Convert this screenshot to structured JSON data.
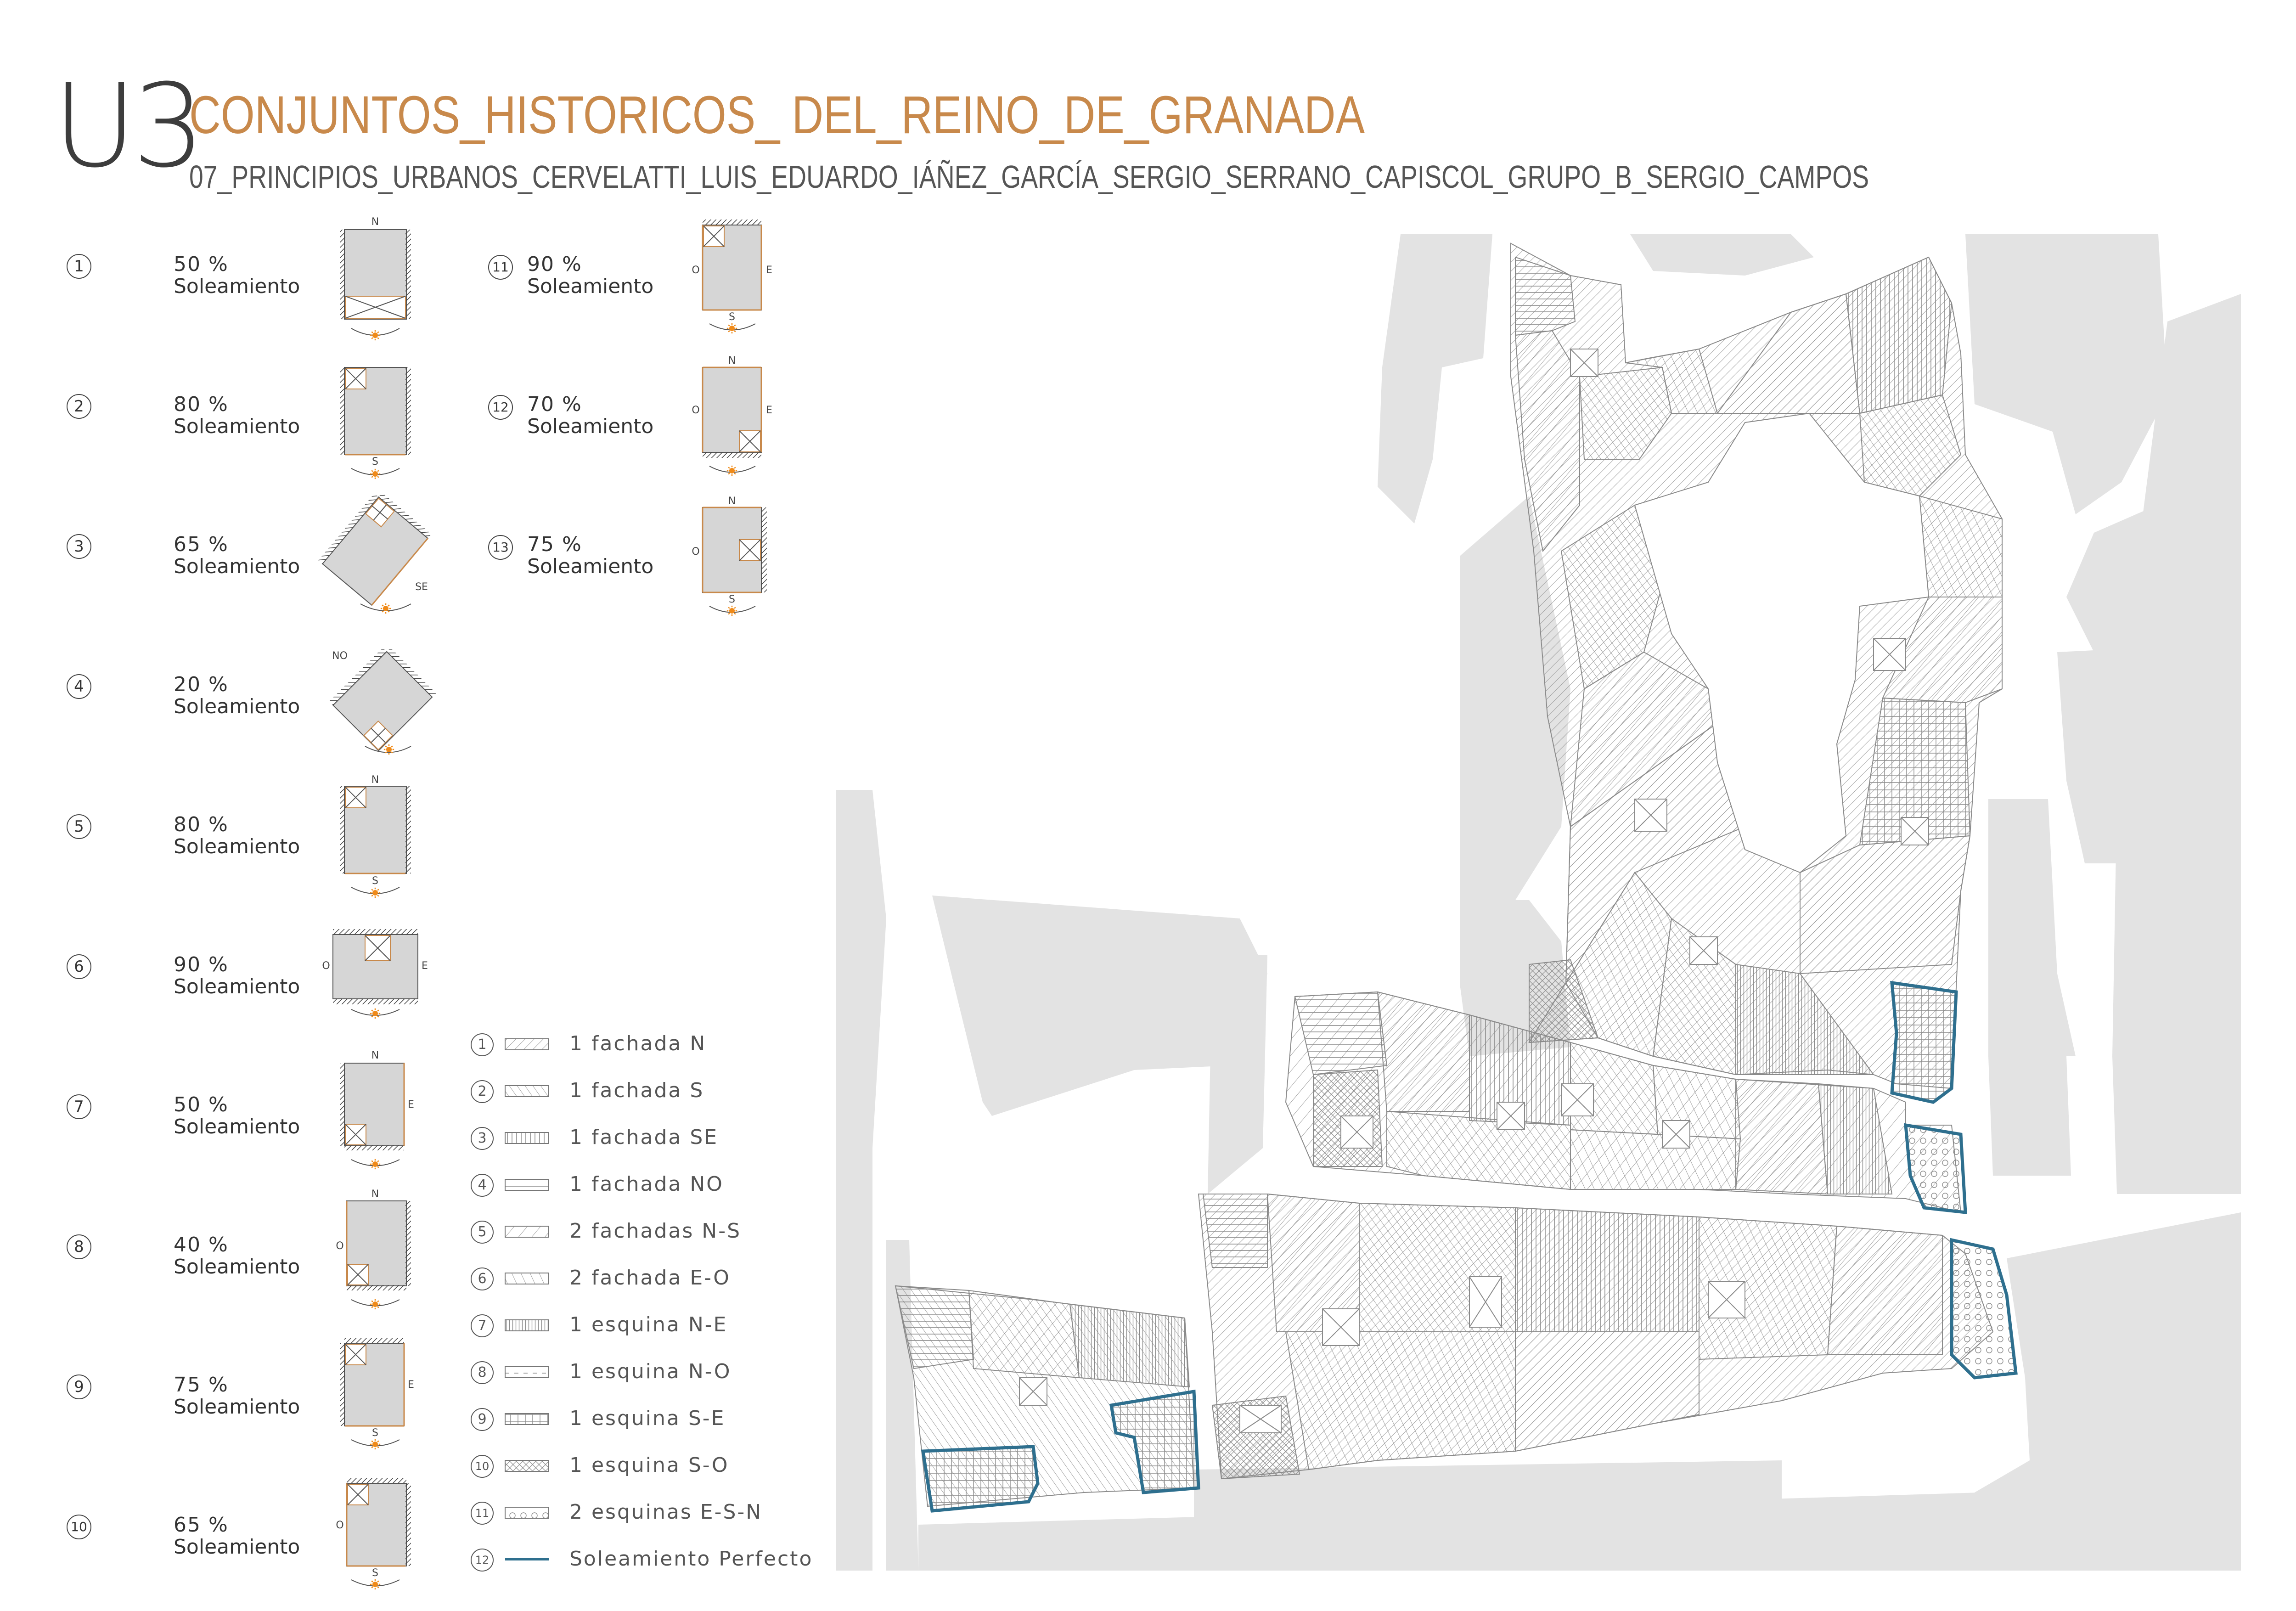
{
  "header": {
    "logo": "U3",
    "title": "CONJUNTOS_HISTORICOS_ DEL_REINO_DE_GRANADA",
    "subtitle": "07_PRINCIPIOS_URBANOS_CERVELATTI_LUIS_EDUARDO_IÁÑEZ_GARCÍA_SERGIO_SERRANO_CAPISCOL_GRUPO_B_SERGIO_CAMPOS"
  },
  "entries": [
    {
      "num": "1",
      "percent": "50 %",
      "label": "Soleamiento",
      "orient": [
        "N"
      ]
    },
    {
      "num": "2",
      "percent": "80 %",
      "label": "Soleamiento",
      "orient": [
        "S"
      ]
    },
    {
      "num": "3",
      "percent": "65 %",
      "label": "Soleamiento",
      "orient": [
        "SE"
      ]
    },
    {
      "num": "4",
      "percent": "20 %",
      "label": "Soleamiento",
      "orient": [
        "NO"
      ]
    },
    {
      "num": "5",
      "percent": "80 %",
      "label": "Soleamiento",
      "orient": [
        "N",
        "S"
      ]
    },
    {
      "num": "6",
      "percent": "90 %",
      "label": "Soleamiento",
      "orient": [
        "O",
        "E"
      ]
    },
    {
      "num": "7",
      "percent": "50 %",
      "label": "Soleamiento",
      "orient": [
        "N",
        "E"
      ]
    },
    {
      "num": "8",
      "percent": "40 %",
      "label": "Soleamiento",
      "orient": [
        "N",
        "O"
      ]
    },
    {
      "num": "9",
      "percent": "75 %",
      "label": "Soleamiento",
      "orient": [
        "E",
        "S"
      ]
    },
    {
      "num": "10",
      "percent": "65 %",
      "label": "Soleamiento",
      "orient": [
        "O",
        "S"
      ]
    },
    {
      "num": "11",
      "percent": "90 %",
      "label": "Soleamiento",
      "orient": [
        "O",
        "E",
        "S"
      ]
    },
    {
      "num": "12",
      "percent": "70 %",
      "label": "Soleamiento",
      "orient": [
        "N",
        "O",
        "E"
      ]
    },
    {
      "num": "13",
      "percent": "75 %",
      "label": "Soleamiento",
      "orient": [
        "N",
        "O",
        "S"
      ]
    }
  ],
  "legend": [
    {
      "num": "1",
      "label": "1 fachada N"
    },
    {
      "num": "2",
      "label": "1 fachada S"
    },
    {
      "num": "3",
      "label": "1 fachada SE"
    },
    {
      "num": "4",
      "label": "1 fachada NO"
    },
    {
      "num": "5",
      "label": "2 fachadas N-S"
    },
    {
      "num": "6",
      "label": "2 fachada E-O"
    },
    {
      "num": "7",
      "label": "1 esquina N-E"
    },
    {
      "num": "8",
      "label": "1 esquina N-O"
    },
    {
      "num": "9",
      "label": "1 esquina S-E"
    },
    {
      "num": "10",
      "label": "1 esquina S-O"
    },
    {
      "num": "11",
      "label": "2 esquinas E-S-N"
    },
    {
      "num": "12",
      "label": "Soleamiento Perfecto"
    }
  ],
  "colors": {
    "accent": "#c8894b",
    "perfect": "#2e6f8e",
    "street_fill": "#e3e3e3",
    "parcel_fill": "#f4f4f4",
    "line": "#7a7a7a",
    "sun": "#f08a18"
  }
}
